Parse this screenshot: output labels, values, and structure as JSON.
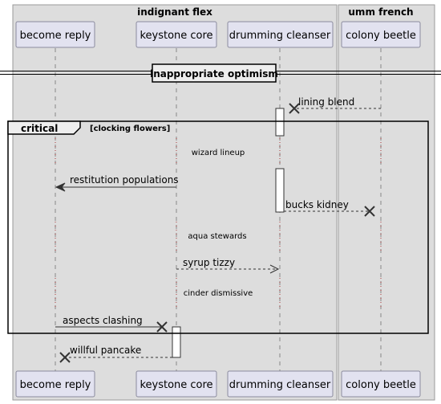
{
  "boxes": [
    {
      "title": "indignant flex"
    },
    {
      "title": "umm french"
    }
  ],
  "participants": [
    {
      "id": "A",
      "label": "become reply"
    },
    {
      "id": "B",
      "label": "keystone core"
    },
    {
      "id": "C",
      "label": "drumming cleanser"
    },
    {
      "id": "D",
      "label": "colony beetle"
    }
  ],
  "divider": {
    "label": "inappropriate optimism"
  },
  "critical": {
    "keyword": "critical",
    "guard": "[clocking flowers]"
  },
  "messages": [
    {
      "id": "m1",
      "from": "D",
      "to": "C",
      "text": "lining blend",
      "style": "dashed",
      "end": "destroy"
    },
    {
      "id": "m2",
      "from": "B",
      "to": "A",
      "text": "restitution populations",
      "style": "solid",
      "end": "arrow"
    },
    {
      "id": "m3",
      "from": "C",
      "to": "D",
      "text": "bucks kidney",
      "style": "dashed",
      "end": "destroy"
    },
    {
      "id": "m4",
      "from": "B",
      "to": "C",
      "text": "syrup tizzy",
      "style": "dashed",
      "end": "arrow"
    },
    {
      "id": "m5",
      "from": "A",
      "to": "B",
      "text": "aspects clashing",
      "style": "solid",
      "end": "destroy"
    },
    {
      "id": "m6",
      "from": "B",
      "to": "A",
      "text": "willful pancake",
      "style": "dashed",
      "end": "destroy"
    }
  ],
  "delays": [
    {
      "id": "d1",
      "text": "wizard lineup"
    },
    {
      "id": "d2",
      "text": "aqua stewards"
    },
    {
      "id": "d3",
      "text": "cinder dismissive"
    }
  ],
  "colors": {
    "box_fill": "#dddddd",
    "box_stroke": "#999999",
    "participant_fill": "#e2e2f0",
    "participant_stroke": "#8b8b9e",
    "lifeline": "#888888",
    "delay_dots": "#aa3333",
    "line": "#333333",
    "frame": "#000000"
  }
}
